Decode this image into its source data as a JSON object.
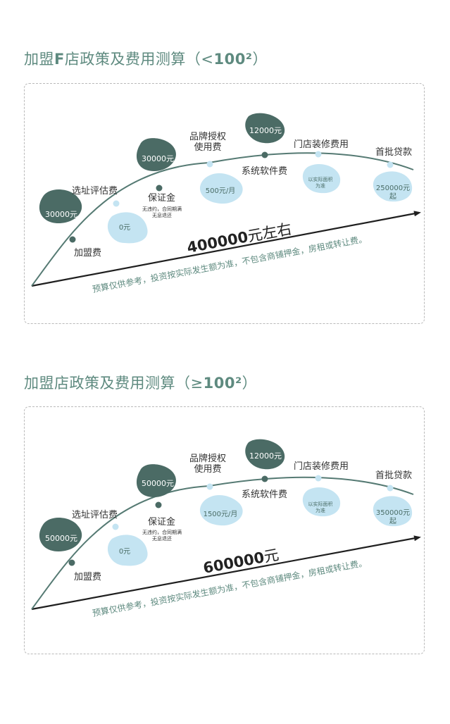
{
  "sections": [
    {
      "title_prefix": "加盟",
      "title_bold": "F",
      "title_rest": "店政策及费用测算（<",
      "title_num": "100²",
      "title_end": "）",
      "fees": {
        "join": {
          "label": "加盟费",
          "value": "30000元"
        },
        "site": {
          "label": "选址评估费",
          "value": "0元"
        },
        "deposit": {
          "label": "保证金",
          "value": "30000元",
          "note1": "无违约，合同期满",
          "note2": "无息退还"
        },
        "brand": {
          "label1": "品牌授权",
          "label2": "使用费",
          "value": "500元/月"
        },
        "software": {
          "label": "系统软件费",
          "value": "12000元"
        },
        "decor": {
          "label": "门店装修费用",
          "value1": "以实际面积",
          "value2": "为准"
        },
        "stock": {
          "label": "首批贷款",
          "value1": "250000元",
          "value2": "起"
        }
      },
      "total_num": "400000",
      "total_unit": "元左右",
      "note": "预算仅供参考，投资按实际发生额为准，不包含商铺押金，房租或转让费。"
    },
    {
      "title_prefix": "加盟店政策及费用测算（≥",
      "title_bold": "",
      "title_rest": "",
      "title_num": "100²",
      "title_end": "）",
      "fees": {
        "join": {
          "label": "加盟费",
          "value": "50000元"
        },
        "site": {
          "label": "选址评估费",
          "value": "0元"
        },
        "deposit": {
          "label": "保证金",
          "value": "50000元",
          "note1": "无违约，合同期满",
          "note2": "无息退还"
        },
        "brand": {
          "label1": "品牌授权",
          "label2": "使用费",
          "value": "1500元/月"
        },
        "software": {
          "label": "系统软件费",
          "value": "12000元"
        },
        "decor": {
          "label": "门店装修费用",
          "value1": "以实际面积",
          "value2": "为准"
        },
        "stock": {
          "label": "首批贷款",
          "value1": "350000元",
          "value2": "起"
        }
      },
      "total_num": "600000",
      "total_unit": "元",
      "note": "预算仅供参考，投资按实际发生额为准，不包含商铺押金，房租或转让费。"
    }
  ],
  "colors": {
    "title": "#5e8a7f",
    "dark_blob": "#4b6b65",
    "light_blob": "#c4e4f2",
    "curve": "#557a73",
    "arrow": "#1f1f1f"
  }
}
